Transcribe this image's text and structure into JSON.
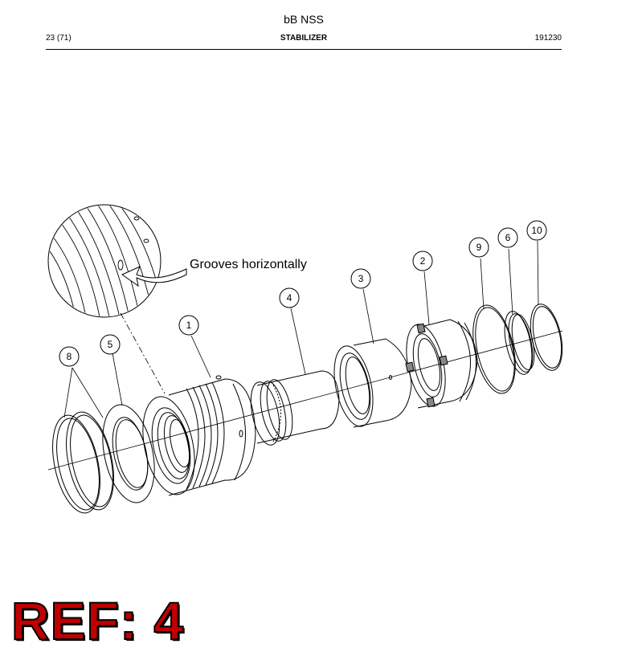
{
  "document": {
    "title": "bB NSS",
    "page_number": "23 (71)",
    "section": "STABILIZER",
    "doc_id": "191230"
  },
  "diagram": {
    "note": "Grooves horizontally",
    "callouts": [
      "1",
      "2",
      "3",
      "4",
      "5",
      "6",
      "8",
      "9",
      "10"
    ]
  },
  "stamp": {
    "label": "REF: 4",
    "color": "#c00000"
  }
}
